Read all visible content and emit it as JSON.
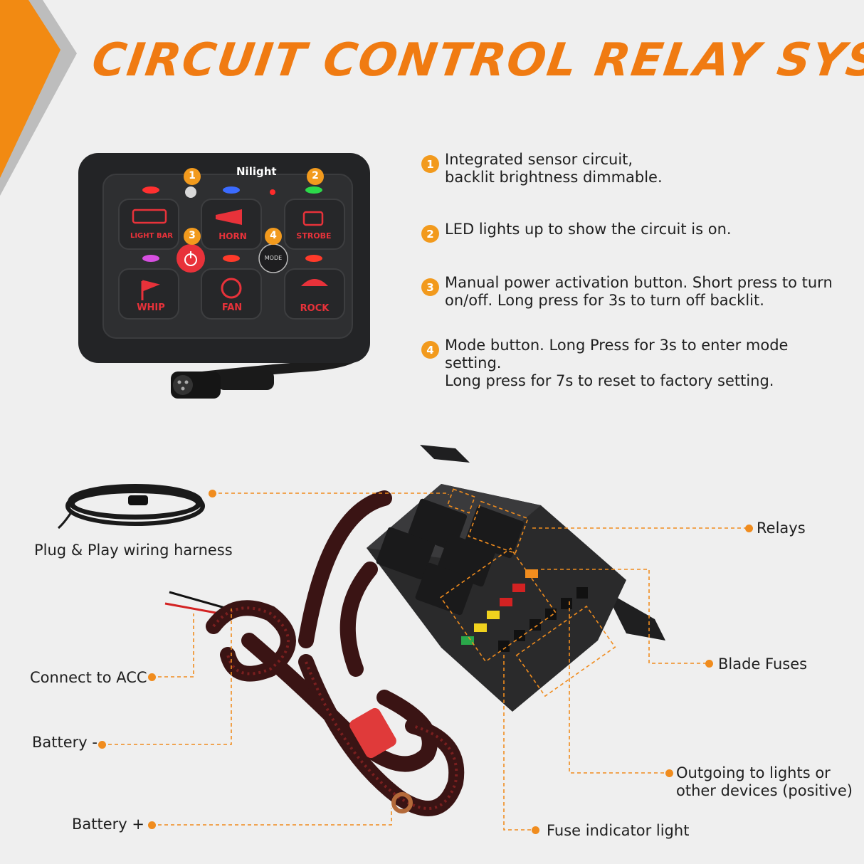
{
  "title": "CIRCUIT CONTROL RELAY SYSTEM",
  "panel": {
    "brand": "Nilight",
    "buttons": [
      "LIGHT BAR",
      "HORN",
      "STROBE",
      "WHIP",
      "FAN",
      "ROCK"
    ],
    "mode_label": "MODE",
    "callout_numbers": [
      "1",
      "2",
      "3",
      "4"
    ]
  },
  "features": [
    {
      "num": "1",
      "text": "Integrated sensor circuit,\nbacklit brightness dimmable."
    },
    {
      "num": "2",
      "text": "LED lights up to show the circuit is on."
    },
    {
      "num": "3",
      "text": "Manual power activation button. Short press to turn\non/off. Long press for 3s to turn off backlit."
    },
    {
      "num": "4",
      "text": "Mode button. Long Press for 3s to enter mode setting.\nLong press for 7s to reset to factory setting."
    }
  ],
  "labels": {
    "harness": "Plug & Play wiring harness",
    "acc": "Connect to ACC",
    "battery_neg": "Battery -",
    "battery_pos": "Battery +",
    "relays": "Relays",
    "blade_fuses": "Blade Fuses",
    "outgoing": "Outgoing to lights or\nother devices (positive)",
    "fuse_indicator": "Fuse indicator light"
  },
  "colors": {
    "accent": "#f07b12",
    "dot": "#f08c1e",
    "background": "#efefef",
    "panel": "#2a2b2d",
    "button_red": "#e8323a"
  }
}
